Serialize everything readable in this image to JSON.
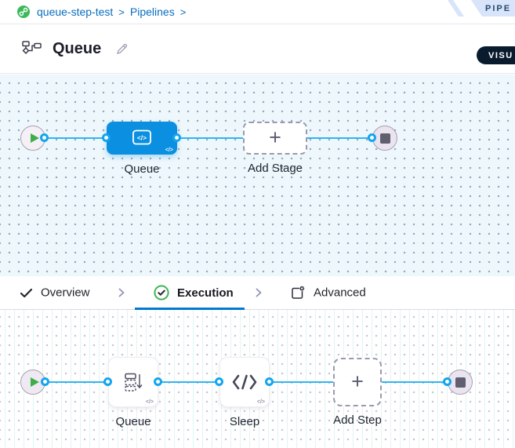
{
  "breadcrumb": {
    "items": [
      {
        "label": "queue-step-test"
      },
      {
        "label": "Pipelines"
      }
    ],
    "separator": ">"
  },
  "corner_ribbon": {
    "label": "PIPE"
  },
  "header": {
    "title": "Queue",
    "mode_badge": "VISU"
  },
  "stage_canvas": {
    "stage_name": "Queue",
    "add_stage_label": "Add Stage",
    "plus": "+",
    "code_badge": "</>"
  },
  "tabs": {
    "overview": "Overview",
    "execution": "Execution",
    "advanced": "Advanced"
  },
  "execution_canvas": {
    "step1_label": "Queue",
    "step2_label": "Sleep",
    "add_step_label": "Add Step",
    "plus": "+",
    "code_badge": "</>"
  },
  "colors": {
    "accent_blue": "#0278d5",
    "node_blue": "#0b90e1",
    "connector_blue": "#2fb5f3",
    "success_green": "#3cb554",
    "stage_canvas_bg": "#edf7fc",
    "dark_badge_bg": "#0a1b2e",
    "ribbon_bg": "#d7e4fa"
  }
}
